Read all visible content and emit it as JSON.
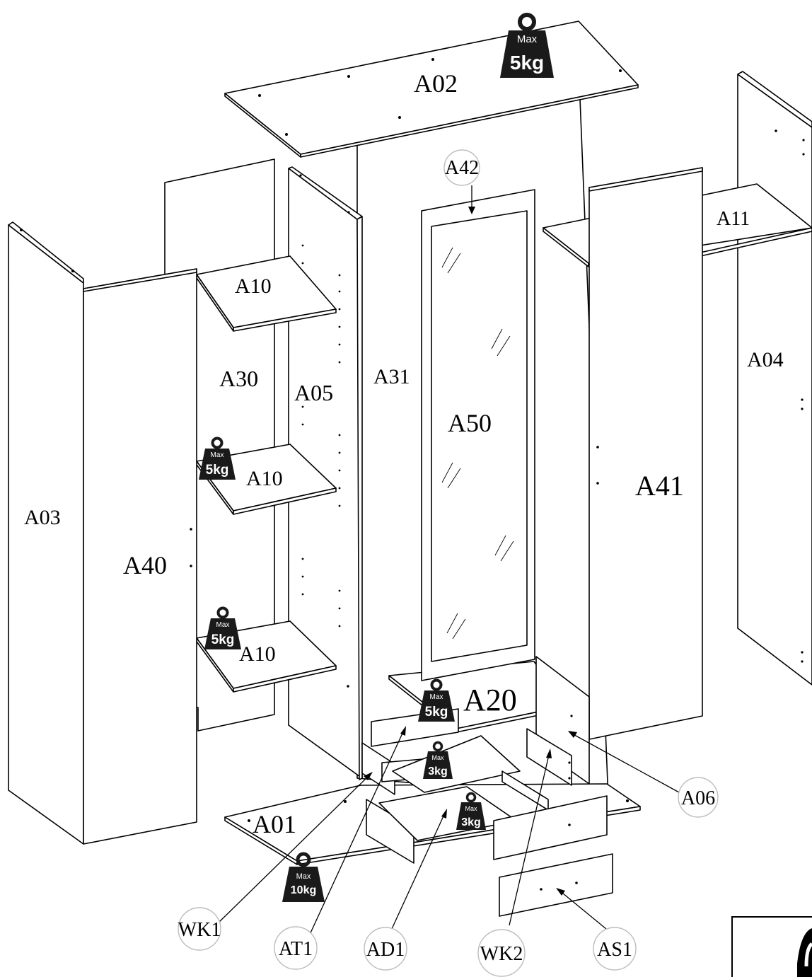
{
  "parts": {
    "A01": "A01",
    "A02": "A02",
    "A03": "A03",
    "A04": "A04",
    "A05": "A05",
    "A06": "A06",
    "A10": "A10",
    "A11": "A11",
    "A20": "A20",
    "A30": "A30",
    "A31": "A31",
    "A40": "A40",
    "A41": "A41",
    "A42": "A42",
    "A50": "A50"
  },
  "callouts": {
    "WK1": "WK1",
    "AT1": "AT1",
    "AD1": "AD1",
    "WK2": "WK2",
    "AS1": "AS1",
    "A06": "A06",
    "A42": "A42"
  },
  "weights": {
    "max": "Max",
    "top": "5kg",
    "shelf_middle": "5kg",
    "shelf_lower": "5kg",
    "a20": "5kg",
    "drawer_upper": "3kg",
    "drawer_lower": "3kg",
    "bottom": "10kg"
  }
}
